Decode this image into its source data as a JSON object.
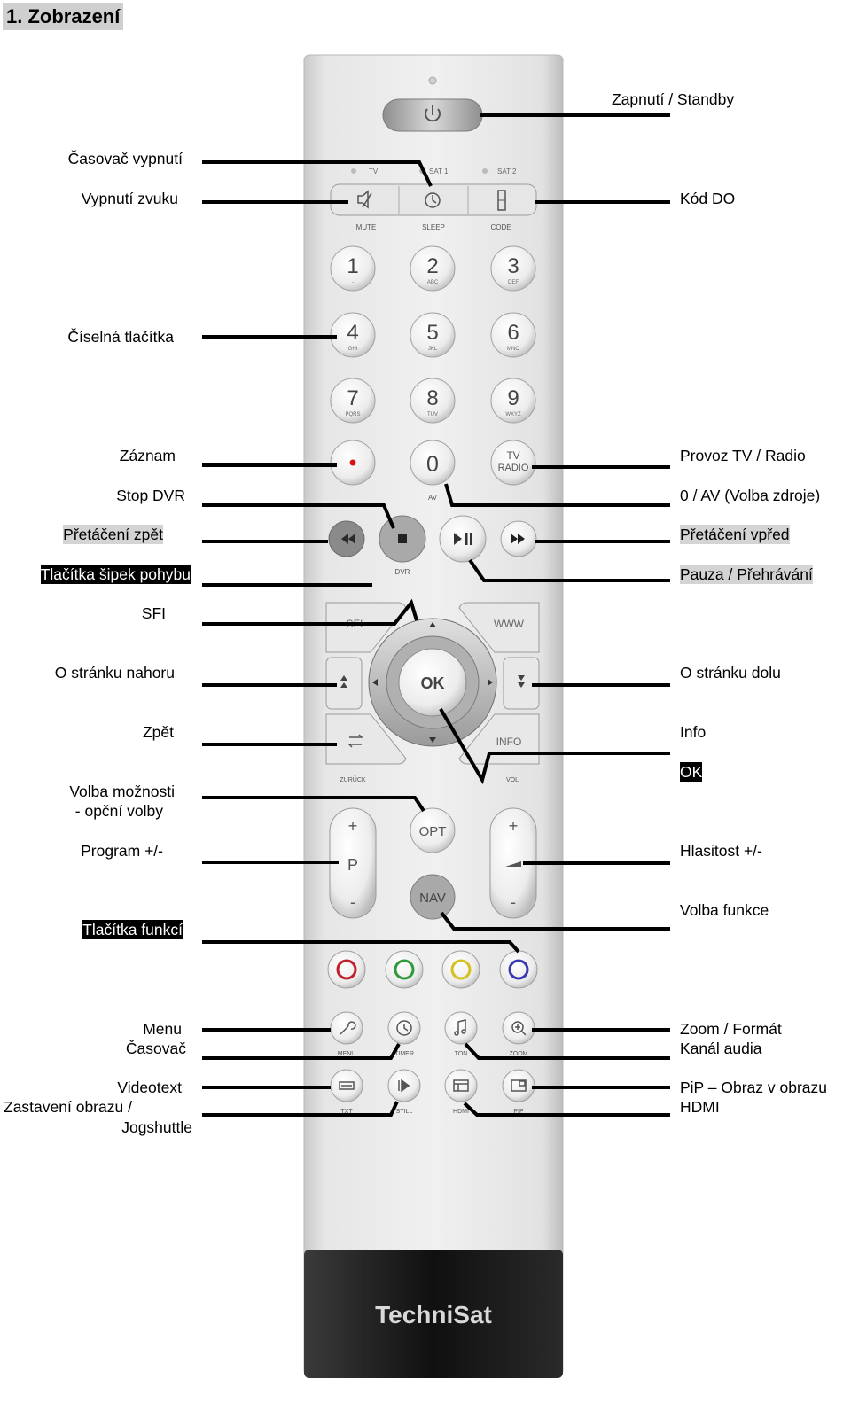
{
  "title": "1. Zobrazení",
  "brand": "TechniSat",
  "labels_left": {
    "sleep_timer": "Časovač vypnutí",
    "mute": "Vypnutí zvuku",
    "numeric": "Číselná tlačítka",
    "record": "Záznam",
    "stop_dvr": "Stop DVR",
    "rewind": "Přetáčení zpět",
    "arrow_buttons": "Tlačítka šipek pohybu",
    "sfi": "SFI",
    "page_up": "O stránku nahoru",
    "back": "Zpět",
    "option_line1": "Volba možnosti",
    "option_line2": "- opční volby",
    "program": "Program +/-",
    "function_buttons": "Tlačítka funkcí",
    "menu": "Menu",
    "timer": "Časovač",
    "videotext": "Videotext",
    "still_line1": "Zastavení obrazu /",
    "still_line2": "Jogshuttle"
  },
  "labels_right": {
    "power": "Zapnutí / Standby",
    "code": "Kód DO",
    "tv_radio": "Provoz TV / Radio",
    "av": "0 / AV (Volba zdroje)",
    "fast_forward": "Přetáčení vpřed",
    "play_pause": "Pauza / Přehrávání",
    "page_down": "O stránku dolu",
    "info": "Info",
    "ok": "OK",
    "volume": "Hlasitost +/-",
    "nav": "Volba funkce",
    "zoom": "Zoom / Formát",
    "audio": "Kanál audia",
    "pip": "PiP – Obraz v obrazu",
    "hdmi": "HDMI"
  },
  "remote": {
    "top_row_indicators": [
      "TV",
      "SAT 1",
      "SAT 2"
    ],
    "top_row_captions": [
      "MUTE",
      "SLEEP",
      "CODE"
    ],
    "digits": [
      "1",
      "2",
      "3",
      "4",
      "5",
      "6",
      "7",
      "8",
      "9"
    ],
    "digit_subs": [
      "-",
      "ABC",
      "DEF",
      "GHI",
      "JKL",
      "MNO",
      "PQRS",
      "TUV",
      "WXYZ"
    ],
    "zero": "0",
    "zero_sub": "AV",
    "tv_radio_line1": "TV",
    "tv_radio_line2": "RADIO",
    "dvr_caption": "DVR",
    "sfi": "SFI",
    "www": "WWW",
    "ok": "OK",
    "info": "INFO",
    "zurueck": "ZURÜCK",
    "vol_caption": "VOL",
    "opt": "OPT",
    "nav": "NAV",
    "plus": "+",
    "minus": "-",
    "p": "P",
    "row_captions_1": [
      "MENU",
      "TIMER",
      "TON",
      "ZOOM"
    ],
    "row_captions_2": [
      "TXT",
      "STILL",
      "HDMI",
      "PIP"
    ],
    "color_buttons": [
      "#c0202a",
      "#2f9a3a",
      "#d4c020",
      "#3a3ab0"
    ]
  }
}
